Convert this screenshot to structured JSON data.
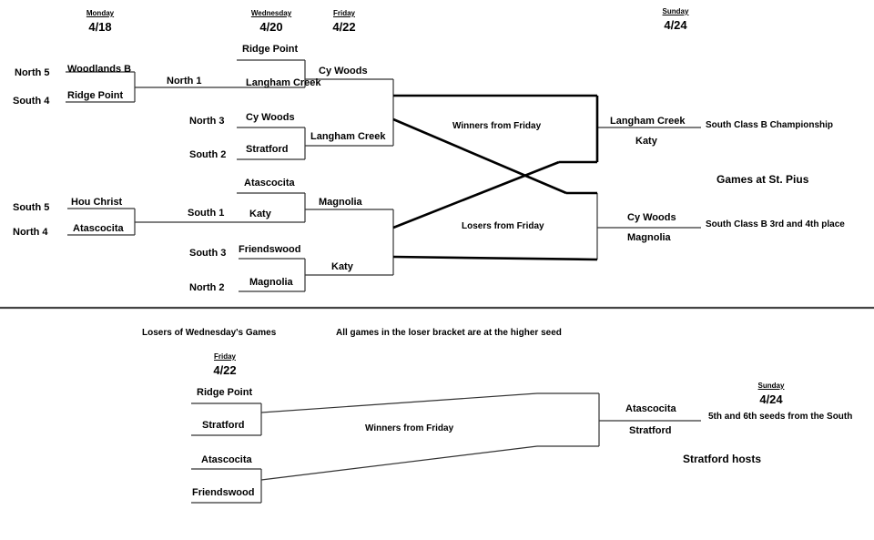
{
  "headers": {
    "monday": {
      "day": "Monday",
      "date": "4/18"
    },
    "wednesday": {
      "day": "Wednesday",
      "date": "4/20"
    },
    "friday": {
      "day": "Friday",
      "date": "4/22"
    },
    "sunday": {
      "day": "Sunday",
      "date": "4/24"
    }
  },
  "round1": [
    {
      "seed_top": "North 5",
      "team_top": "Woodlands B",
      "seed_bottom": "South 4",
      "team_bottom": "Ridge Point"
    },
    {
      "seed_top": "South 5",
      "team_top": "Hou Christ",
      "seed_bottom": "North 4",
      "team_bottom": "Atascocita"
    }
  ],
  "round2": [
    {
      "team_top": "Ridge Point",
      "seed_bottom": "North 1",
      "team_bottom": "Langham Creek"
    },
    {
      "seed_top": "North 3",
      "team_top": "Cy Woods",
      "seed_bottom": "South 2",
      "team_bottom": "Stratford"
    },
    {
      "team_top": "Atascocita",
      "seed_bottom": "South 1",
      "team_bottom": "Katy"
    },
    {
      "seed_top": "South 3",
      "team_top": "Friendswood",
      "seed_bottom": "North 2",
      "team_bottom": "Magnolia"
    }
  ],
  "round3": [
    "Cy Woods",
    "Langham Creek",
    "Magnolia",
    "Katy"
  ],
  "middle": {
    "winners": "Winners from Friday",
    "losers": "Losers from Friday"
  },
  "finals": {
    "championship": {
      "team_top": "Langham Creek",
      "team_bottom": "Katy",
      "label": "South Class B Championship"
    },
    "third_place": {
      "team_top": "Cy Woods",
      "team_bottom": "Magnolia",
      "label": "South Class B 3rd and 4th place"
    },
    "venue": "Games at St. Pius"
  },
  "loser_bracket": {
    "title": "Losers of Wednesday's Games",
    "note": "All games in the loser bracket are at the higher seed",
    "friday": {
      "day": "Friday",
      "date": "4/22"
    },
    "sunday": {
      "day": "Sunday",
      "date": "4/24"
    },
    "game1": {
      "team_top": "Ridge Point",
      "team_bottom": "Stratford"
    },
    "game2": {
      "team_top": "Atascocita",
      "team_bottom": "Friendswood"
    },
    "middle": "Winners from Friday",
    "final": {
      "team_top": "Atascocita",
      "team_bottom": "Stratford",
      "label": "5th and 6th seeds from the South"
    },
    "host": "Stratford hosts"
  }
}
